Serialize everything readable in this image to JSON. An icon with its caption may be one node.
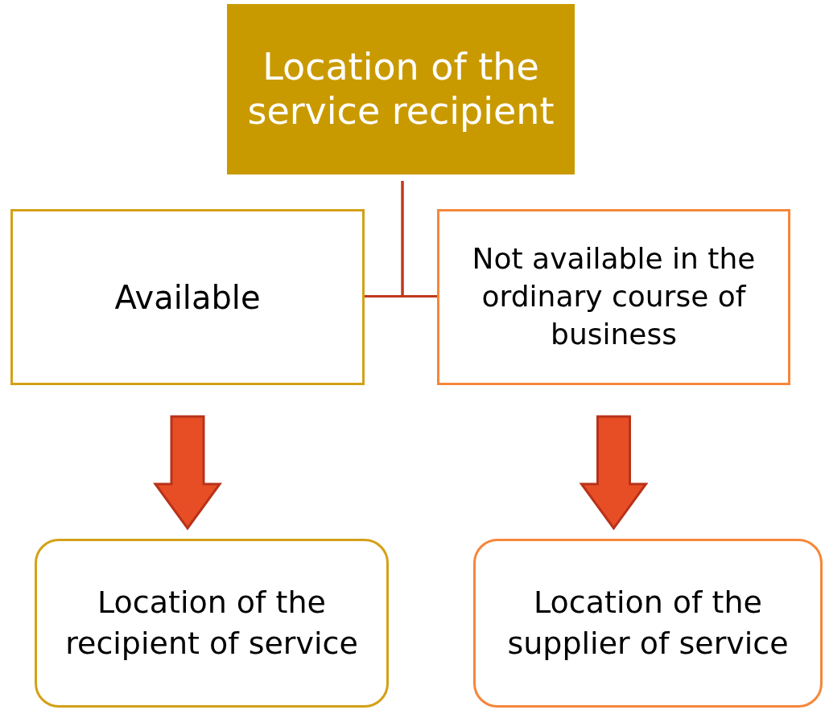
{
  "diagram": {
    "nodes": [
      {
        "text": [
          "Location of the service recipient"
        ]
      },
      {
        "text": [
          "Available"
        ]
      },
      {
        "text": [
          "Not available in the ordinary course of business"
        ]
      },
      {
        "text": [
          "Location of the recipient of service"
        ]
      },
      {
        "text": [
          "Location of the supplier of service"
        ]
      }
    ],
    "edges": [
      {
        "from": 0,
        "to": 1,
        "arrow": "none"
      },
      {
        "from": 0,
        "to": 2,
        "arrow": "none"
      },
      {
        "from": 1,
        "to": 3,
        "arrow": "to",
        "style": "thick",
        "color": "#e84e25"
      },
      {
        "from": 2,
        "to": 4,
        "arrow": "to",
        "style": "thick",
        "color": "#e84e25"
      }
    ]
  }
}
